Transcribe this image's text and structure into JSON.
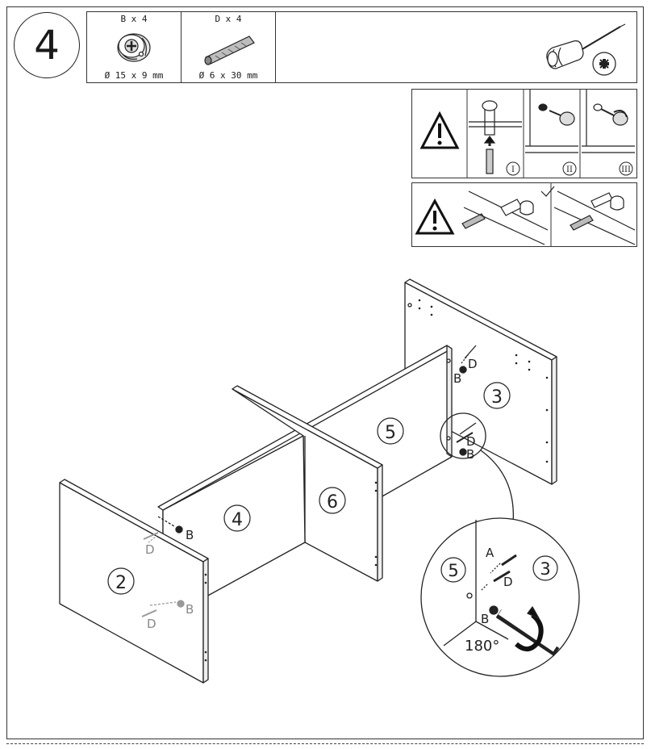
{
  "step": {
    "number": "4"
  },
  "parts": [
    {
      "qty": "B x 4",
      "size": "Ø 15 x 9 mm",
      "icon": "cam-lock-icon"
    },
    {
      "qty": "D x 4",
      "size": "Ø 6 x 30 mm",
      "icon": "wooden-dowel-icon"
    }
  ],
  "tool": {
    "icon": "phillips-screwdriver-icon"
  },
  "warnings": {
    "steps": [
      "I",
      "II",
      "III"
    ],
    "icon": "warning-triangle-icon"
  },
  "panels": [
    "2",
    "3",
    "4",
    "5",
    "6"
  ],
  "hardware_labels": {
    "cam": "B",
    "dowel": "D",
    "pin": "A"
  },
  "detail": {
    "left_panel": "5",
    "right_panel": "3",
    "rotation": "180°"
  }
}
